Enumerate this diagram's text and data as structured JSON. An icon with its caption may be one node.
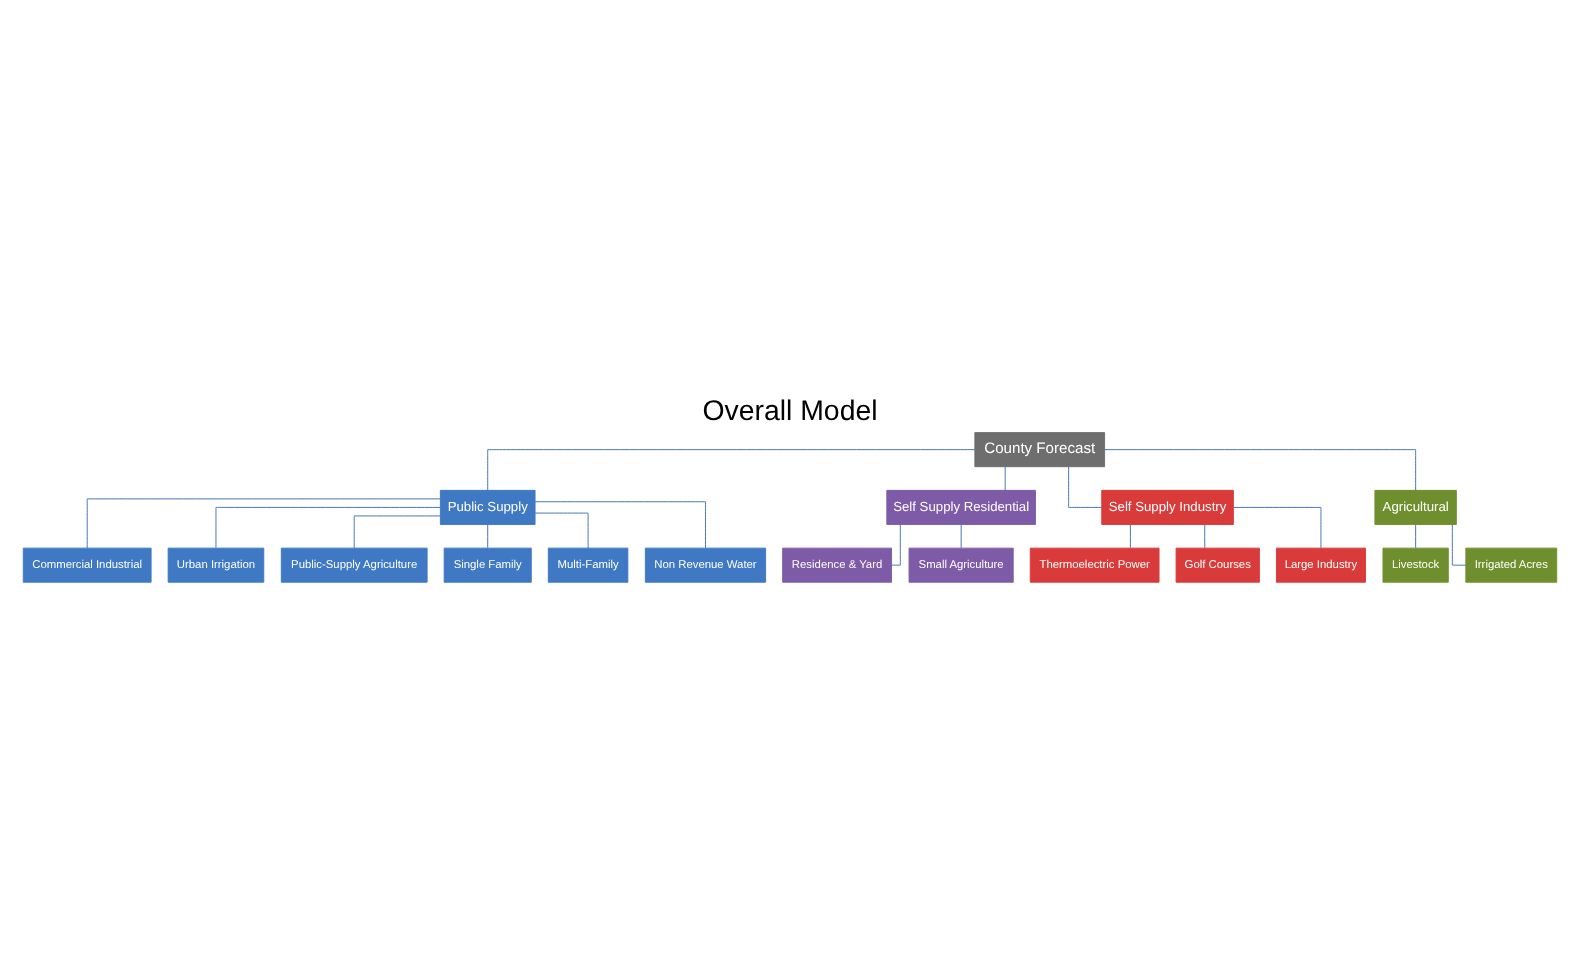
{
  "diagram": {
    "title": "Overall Model",
    "nodes": [
      {
        "text": [
          "County Forecast"
        ]
      },
      {
        "text": [
          "Public Supply"
        ]
      },
      {
        "text": [
          "Self Supply Residential"
        ]
      },
      {
        "text": [
          "Self Supply Industry"
        ]
      },
      {
        "text": [
          "Agricultural"
        ]
      },
      {
        "text": [
          "Commercial Industrial"
        ]
      },
      {
        "text": [
          "Urban Irrigation"
        ]
      },
      {
        "text": [
          "Public-Supply Agriculture"
        ]
      },
      {
        "text": [
          "Single Family"
        ]
      },
      {
        "text": [
          "Multi-Family"
        ]
      },
      {
        "text": [
          "Non Revenue Water"
        ]
      },
      {
        "text": [
          "Residence & Yard"
        ]
      },
      {
        "text": [
          "Small Agriculture"
        ]
      },
      {
        "text": [
          "Thermoelectric Power"
        ]
      },
      {
        "text": [
          "Golf Courses"
        ]
      },
      {
        "text": [
          "Large Industry"
        ]
      },
      {
        "text": [
          "Livestock"
        ]
      },
      {
        "text": [
          "Irrigated Acres"
        ]
      }
    ],
    "edges": [
      {
        "from": 0,
        "to": 1,
        "arrow": "none"
      },
      {
        "from": 0,
        "to": 2,
        "arrow": "none"
      },
      {
        "from": 0,
        "to": 3,
        "arrow": "none"
      },
      {
        "from": 0,
        "to": 4,
        "arrow": "none"
      },
      {
        "from": 1,
        "to": 5,
        "arrow": "none"
      },
      {
        "from": 1,
        "to": 6,
        "arrow": "none"
      },
      {
        "from": 1,
        "to": 7,
        "arrow": "none"
      },
      {
        "from": 1,
        "to": 8,
        "arrow": "none"
      },
      {
        "from": 1,
        "to": 9,
        "arrow": "none"
      },
      {
        "from": 1,
        "to": 10,
        "arrow": "none"
      },
      {
        "from": 2,
        "to": 11,
        "arrow": "none"
      },
      {
        "from": 2,
        "to": 12,
        "arrow": "none"
      },
      {
        "from": 3,
        "to": 13,
        "arrow": "none"
      },
      {
        "from": 3,
        "to": 14,
        "arrow": "none"
      },
      {
        "from": 3,
        "to": 15,
        "arrow": "none"
      },
      {
        "from": 4,
        "to": 16,
        "arrow": "none"
      },
      {
        "from": 4,
        "to": 17,
        "arrow": "none"
      }
    ]
  }
}
